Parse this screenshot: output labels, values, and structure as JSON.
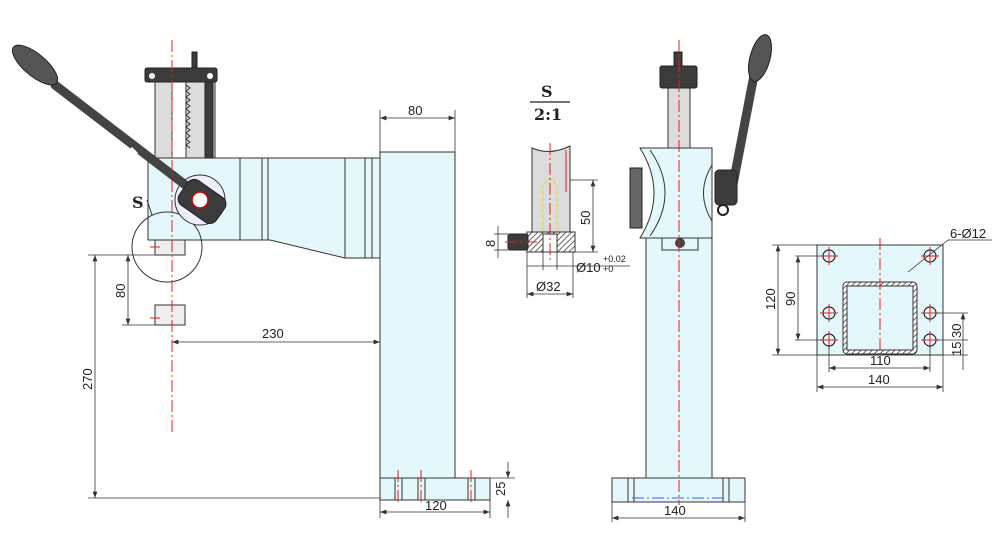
{
  "title": "Hand lever press technical drawing",
  "detail": {
    "label": "S",
    "scale": "2:1",
    "callout": "S"
  },
  "side_view": {
    "dims": {
      "arm_width": "80",
      "reach": "230",
      "height": "270",
      "stroke": "80",
      "base_thickness": "25",
      "base_depth": "120"
    }
  },
  "detail_view": {
    "dims": {
      "height": "50",
      "thread": "8",
      "bore": "Ø10",
      "tol_upper": "+0.02",
      "tol_lower": "+0",
      "diameter": "Ø32"
    }
  },
  "front_view": {
    "dims": {
      "base_width": "140"
    }
  },
  "base_plate": {
    "dims": {
      "holes": "6-Ø12",
      "depth": "120",
      "hole_pitch_y": "90",
      "hole_pitch_x": "110",
      "width": "140",
      "hole_offset": "30",
      "edge_offset": "15"
    }
  },
  "colors": {
    "body": "#e4f8fb",
    "centerline": "#e02020"
  }
}
